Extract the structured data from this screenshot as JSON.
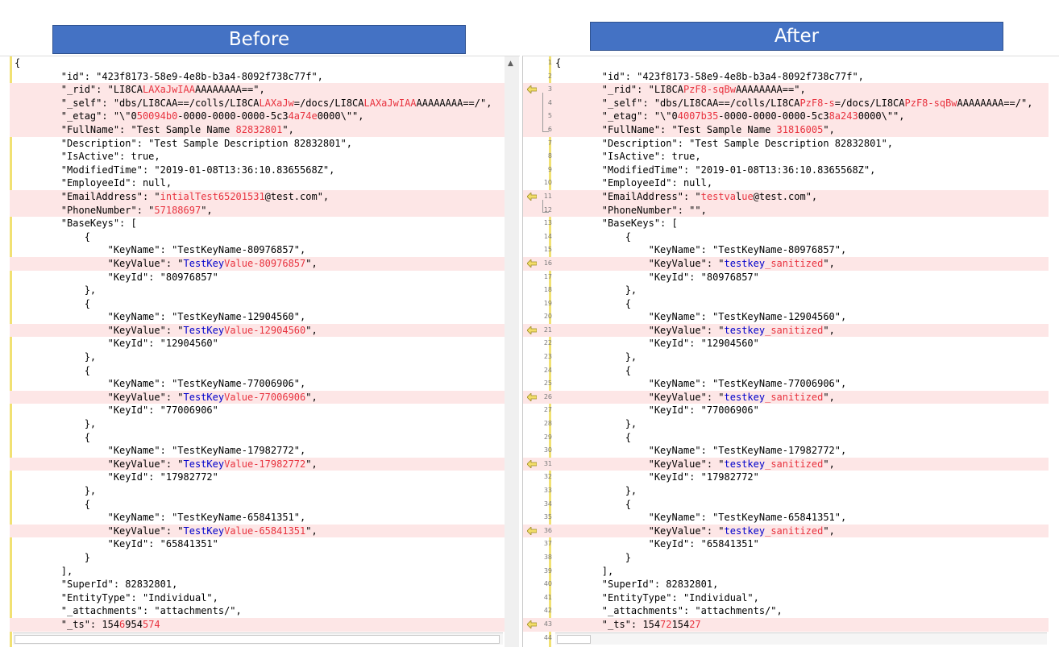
{
  "headers": {
    "before": "Before",
    "after": "After"
  },
  "colors": {
    "header_bg": "#4472c4",
    "diff_bg": "#fde6e6",
    "changed_text": "#e8333f",
    "gutter_marker": "#f1e173"
  },
  "before_lines": [
    {
      "diff": false,
      "segs": [
        [
          "n",
          "{"
        ]
      ]
    },
    {
      "diff": false,
      "segs": [
        [
          "n",
          "        \"id\": \"423f8173-58e9-4e8b-b3a4-8092f738c77f\","
        ]
      ]
    },
    {
      "diff": true,
      "segs": [
        [
          "n",
          "        \"_rid\": \"LI8CA"
        ],
        [
          "c",
          "LAXaJwIAA"
        ],
        [
          "n",
          "AAAAAAAA==\","
        ]
      ]
    },
    {
      "diff": true,
      "segs": [
        [
          "n",
          "        \"_self\": \"dbs/LI8CAA==/colls/LI8CA"
        ],
        [
          "c",
          "LAXaJw"
        ],
        [
          "n",
          "=/docs/LI8CA"
        ],
        [
          "c",
          "LAXaJwIAA"
        ],
        [
          "n",
          "AAAAAAAA==/\","
        ]
      ]
    },
    {
      "diff": true,
      "segs": [
        [
          "n",
          "        \"_etag\": \"\\\"0"
        ],
        [
          "c",
          "50094b0"
        ],
        [
          "n",
          "-0000-0000-0000-5c3"
        ],
        [
          "c",
          "4a74e"
        ],
        [
          "n",
          "0000\\\"\","
        ]
      ]
    },
    {
      "diff": true,
      "segs": [
        [
          "n",
          "        \"FullName\": \"Test Sample Name "
        ],
        [
          "c",
          "82832801"
        ],
        [
          "n",
          "\","
        ]
      ]
    },
    {
      "diff": false,
      "segs": [
        [
          "n",
          "        \"Description\": \"Test Sample Description 82832801\","
        ]
      ]
    },
    {
      "diff": false,
      "segs": [
        [
          "n",
          "        \"IsActive\": true,"
        ]
      ]
    },
    {
      "diff": false,
      "segs": [
        [
          "n",
          "        \"ModifiedTime\": \"2019-01-08T13:36:10.8365568Z\","
        ]
      ]
    },
    {
      "diff": false,
      "segs": [
        [
          "n",
          "        \"EmployeeId\": null,"
        ]
      ]
    },
    {
      "diff": true,
      "segs": [
        [
          "n",
          "        \"EmailAddress\": \""
        ],
        [
          "c",
          "intialTest65201531"
        ],
        [
          "n",
          "@test.com\","
        ]
      ]
    },
    {
      "diff": true,
      "segs": [
        [
          "n",
          "        \"PhoneNumber\": \""
        ],
        [
          "c",
          "57188697"
        ],
        [
          "n",
          "\","
        ]
      ]
    },
    {
      "diff": false,
      "segs": [
        [
          "n",
          "        \"BaseKeys\": ["
        ]
      ]
    },
    {
      "diff": false,
      "segs": [
        [
          "n",
          "            {"
        ]
      ]
    },
    {
      "diff": false,
      "segs": [
        [
          "n",
          "                \"KeyName\": \"TestKeyName-80976857\","
        ]
      ]
    },
    {
      "diff": true,
      "segs": [
        [
          "n",
          "                \"KeyValue\": \""
        ],
        [
          "k",
          "TestKey"
        ],
        [
          "c",
          "Value-80976857"
        ],
        [
          "n",
          "\","
        ]
      ]
    },
    {
      "diff": false,
      "segs": [
        [
          "n",
          "                \"KeyId\": \"80976857\""
        ]
      ]
    },
    {
      "diff": false,
      "segs": [
        [
          "n",
          "            },"
        ]
      ]
    },
    {
      "diff": false,
      "segs": [
        [
          "n",
          "            {"
        ]
      ]
    },
    {
      "diff": false,
      "segs": [
        [
          "n",
          "                \"KeyName\": \"TestKeyName-12904560\","
        ]
      ]
    },
    {
      "diff": true,
      "segs": [
        [
          "n",
          "                \"KeyValue\": \""
        ],
        [
          "k",
          "TestKey"
        ],
        [
          "c",
          "Value-12904560"
        ],
        [
          "n",
          "\","
        ]
      ]
    },
    {
      "diff": false,
      "segs": [
        [
          "n",
          "                \"KeyId\": \"12904560\""
        ]
      ]
    },
    {
      "diff": false,
      "segs": [
        [
          "n",
          "            },"
        ]
      ]
    },
    {
      "diff": false,
      "segs": [
        [
          "n",
          "            {"
        ]
      ]
    },
    {
      "diff": false,
      "segs": [
        [
          "n",
          "                \"KeyName\": \"TestKeyName-77006906\","
        ]
      ]
    },
    {
      "diff": true,
      "segs": [
        [
          "n",
          "                \"KeyValue\": \""
        ],
        [
          "k",
          "TestKey"
        ],
        [
          "c",
          "Value-77006906"
        ],
        [
          "n",
          "\","
        ]
      ]
    },
    {
      "diff": false,
      "segs": [
        [
          "n",
          "                \"KeyId\": \"77006906\""
        ]
      ]
    },
    {
      "diff": false,
      "segs": [
        [
          "n",
          "            },"
        ]
      ]
    },
    {
      "diff": false,
      "segs": [
        [
          "n",
          "            {"
        ]
      ]
    },
    {
      "diff": false,
      "segs": [
        [
          "n",
          "                \"KeyName\": \"TestKeyName-17982772\","
        ]
      ]
    },
    {
      "diff": true,
      "segs": [
        [
          "n",
          "                \"KeyValue\": \""
        ],
        [
          "k",
          "TestKey"
        ],
        [
          "c",
          "Value-17982772"
        ],
        [
          "n",
          "\","
        ]
      ]
    },
    {
      "diff": false,
      "segs": [
        [
          "n",
          "                \"KeyId\": \"17982772\""
        ]
      ]
    },
    {
      "diff": false,
      "segs": [
        [
          "n",
          "            },"
        ]
      ]
    },
    {
      "diff": false,
      "segs": [
        [
          "n",
          "            {"
        ]
      ]
    },
    {
      "diff": false,
      "segs": [
        [
          "n",
          "                \"KeyName\": \"TestKeyName-65841351\","
        ]
      ]
    },
    {
      "diff": true,
      "segs": [
        [
          "n",
          "                \"KeyValue\": \""
        ],
        [
          "k",
          "TestKey"
        ],
        [
          "c",
          "Value-65841351"
        ],
        [
          "n",
          "\","
        ]
      ]
    },
    {
      "diff": false,
      "segs": [
        [
          "n",
          "                \"KeyId\": \"65841351\""
        ]
      ]
    },
    {
      "diff": false,
      "segs": [
        [
          "n",
          "            }"
        ]
      ]
    },
    {
      "diff": false,
      "segs": [
        [
          "n",
          "        ],"
        ]
      ]
    },
    {
      "diff": false,
      "segs": [
        [
          "n",
          "        \"SuperId\": 82832801,"
        ]
      ]
    },
    {
      "diff": false,
      "segs": [
        [
          "n",
          "        \"EntityType\": \"Individual\","
        ]
      ]
    },
    {
      "diff": false,
      "segs": [
        [
          "n",
          "        \"_attachments\": \"attachments/\","
        ]
      ]
    },
    {
      "diff": true,
      "segs": [
        [
          "n",
          "        \"_ts\": 154"
        ],
        [
          "c",
          "6"
        ],
        [
          "n",
          "954"
        ],
        [
          "c",
          "574"
        ]
      ]
    },
    {
      "diff": false,
      "segs": [
        [
          "n",
          "    }"
        ]
      ]
    }
  ],
  "after_lines": [
    {
      "num": "1",
      "diff": false,
      "segs": [
        [
          "n",
          "{"
        ]
      ]
    },
    {
      "num": "2",
      "diff": false,
      "segs": [
        [
          "n",
          "        \"id\": \"423f8173-58e9-4e8b-b3a4-8092f738c77f\","
        ]
      ]
    },
    {
      "num": "3",
      "diff": true,
      "arrow": true,
      "segs": [
        [
          "n",
          "        \"_rid\": \"LI8CA"
        ],
        [
          "c",
          "PzF8-sqBw"
        ],
        [
          "n",
          "AAAAAAAA==\","
        ]
      ]
    },
    {
      "num": "4",
      "diff": true,
      "segs": [
        [
          "n",
          "        \"_self\": \"dbs/LI8CAA==/colls/LI8CA"
        ],
        [
          "c",
          "PzF8-s"
        ],
        [
          "n",
          "=/docs/LI8CA"
        ],
        [
          "c",
          "PzF8-sqBw"
        ],
        [
          "n",
          "AAAAAAAA==/\","
        ]
      ]
    },
    {
      "num": "5",
      "diff": true,
      "segs": [
        [
          "n",
          "        \"_etag\": \"\\\"0"
        ],
        [
          "c",
          "4007b35"
        ],
        [
          "n",
          "-0000-0000-0000-5c3"
        ],
        [
          "c",
          "8a243"
        ],
        [
          "n",
          "0000\\\"\","
        ]
      ]
    },
    {
      "num": "6",
      "diff": true,
      "segs": [
        [
          "n",
          "        \"FullName\": \"Test Sample Name "
        ],
        [
          "c",
          "31816005"
        ],
        [
          "n",
          "\","
        ]
      ]
    },
    {
      "num": "7",
      "diff": false,
      "segs": [
        [
          "n",
          "        \"Description\": \"Test Sample Description 82832801\","
        ]
      ]
    },
    {
      "num": "8",
      "diff": false,
      "segs": [
        [
          "n",
          "        \"IsActive\": true,"
        ]
      ]
    },
    {
      "num": "9",
      "diff": false,
      "segs": [
        [
          "n",
          "        \"ModifiedTime\": \"2019-01-08T13:36:10.8365568Z\","
        ]
      ]
    },
    {
      "num": "10",
      "diff": false,
      "segs": [
        [
          "n",
          "        \"EmployeeId\": null,"
        ]
      ]
    },
    {
      "num": "11",
      "diff": true,
      "arrow": true,
      "segs": [
        [
          "n",
          "        \"EmailAddress\": \""
        ],
        [
          "c",
          "testva"
        ],
        [
          "n",
          "l"
        ],
        [
          "c",
          "ue"
        ],
        [
          "n",
          "@test.com\","
        ]
      ]
    },
    {
      "num": "12",
      "diff": true,
      "segs": [
        [
          "n",
          "        \"PhoneNumber\": \"\","
        ]
      ]
    },
    {
      "num": "13",
      "diff": false,
      "segs": [
        [
          "n",
          "        \"BaseKeys\": ["
        ]
      ]
    },
    {
      "num": "14",
      "diff": false,
      "segs": [
        [
          "n",
          "            {"
        ]
      ]
    },
    {
      "num": "15",
      "diff": false,
      "segs": [
        [
          "n",
          "                \"KeyName\": \"TestKeyName-80976857\","
        ]
      ]
    },
    {
      "num": "16",
      "diff": true,
      "arrow": true,
      "segs": [
        [
          "n",
          "                \"KeyValue\": \""
        ],
        [
          "k",
          "testkey"
        ],
        [
          "c",
          "_sanitized"
        ],
        [
          "n",
          "\","
        ]
      ]
    },
    {
      "num": "17",
      "diff": false,
      "segs": [
        [
          "n",
          "                \"KeyId\": \"80976857\""
        ]
      ]
    },
    {
      "num": "18",
      "diff": false,
      "segs": [
        [
          "n",
          "            },"
        ]
      ]
    },
    {
      "num": "19",
      "diff": false,
      "segs": [
        [
          "n",
          "            {"
        ]
      ]
    },
    {
      "num": "20",
      "diff": false,
      "segs": [
        [
          "n",
          "                \"KeyName\": \"TestKeyName-12904560\","
        ]
      ]
    },
    {
      "num": "21",
      "diff": true,
      "arrow": true,
      "segs": [
        [
          "n",
          "                \"KeyValue\": \""
        ],
        [
          "k",
          "testkey"
        ],
        [
          "c",
          "_sanitized"
        ],
        [
          "n",
          "\","
        ]
      ]
    },
    {
      "num": "22",
      "diff": false,
      "segs": [
        [
          "n",
          "                \"KeyId\": \"12904560\""
        ]
      ]
    },
    {
      "num": "23",
      "diff": false,
      "segs": [
        [
          "n",
          "            },"
        ]
      ]
    },
    {
      "num": "24",
      "diff": false,
      "segs": [
        [
          "n",
          "            {"
        ]
      ]
    },
    {
      "num": "25",
      "diff": false,
      "segs": [
        [
          "n",
          "                \"KeyName\": \"TestKeyName-77006906\","
        ]
      ]
    },
    {
      "num": "26",
      "diff": true,
      "arrow": true,
      "segs": [
        [
          "n",
          "                \"KeyValue\": \""
        ],
        [
          "k",
          "testkey"
        ],
        [
          "c",
          "_sanitized"
        ],
        [
          "n",
          "\","
        ]
      ]
    },
    {
      "num": "27",
      "diff": false,
      "segs": [
        [
          "n",
          "                \"KeyId\": \"77006906\""
        ]
      ]
    },
    {
      "num": "28",
      "diff": false,
      "segs": [
        [
          "n",
          "            },"
        ]
      ]
    },
    {
      "num": "29",
      "diff": false,
      "segs": [
        [
          "n",
          "            {"
        ]
      ]
    },
    {
      "num": "30",
      "diff": false,
      "segs": [
        [
          "n",
          "                \"KeyName\": \"TestKeyName-17982772\","
        ]
      ]
    },
    {
      "num": "31",
      "diff": true,
      "arrow": true,
      "segs": [
        [
          "n",
          "                \"KeyValue\": \""
        ],
        [
          "k",
          "testkey"
        ],
        [
          "c",
          "_sanitized"
        ],
        [
          "n",
          "\","
        ]
      ]
    },
    {
      "num": "32",
      "diff": false,
      "segs": [
        [
          "n",
          "                \"KeyId\": \"17982772\""
        ]
      ]
    },
    {
      "num": "33",
      "diff": false,
      "segs": [
        [
          "n",
          "            },"
        ]
      ]
    },
    {
      "num": "34",
      "diff": false,
      "segs": [
        [
          "n",
          "            {"
        ]
      ]
    },
    {
      "num": "35",
      "diff": false,
      "segs": [
        [
          "n",
          "                \"KeyName\": \"TestKeyName-65841351\","
        ]
      ]
    },
    {
      "num": "36",
      "diff": true,
      "arrow": true,
      "segs": [
        [
          "n",
          "                \"KeyValue\": \""
        ],
        [
          "k",
          "testkey"
        ],
        [
          "c",
          "_sanitized"
        ],
        [
          "n",
          "\","
        ]
      ]
    },
    {
      "num": "37",
      "diff": false,
      "segs": [
        [
          "n",
          "                \"KeyId\": \"65841351\""
        ]
      ]
    },
    {
      "num": "38",
      "diff": false,
      "segs": [
        [
          "n",
          "            }"
        ]
      ]
    },
    {
      "num": "39",
      "diff": false,
      "segs": [
        [
          "n",
          "        ],"
        ]
      ]
    },
    {
      "num": "40",
      "diff": false,
      "segs": [
        [
          "n",
          "        \"SuperId\": 82832801,"
        ]
      ]
    },
    {
      "num": "41",
      "diff": false,
      "segs": [
        [
          "n",
          "        \"EntityType\": \"Individual\","
        ]
      ]
    },
    {
      "num": "42",
      "diff": false,
      "segs": [
        [
          "n",
          "        \"_attachments\": \"attachments/\","
        ]
      ]
    },
    {
      "num": "43",
      "diff": true,
      "arrow": true,
      "segs": [
        [
          "n",
          "        \"_ts\": 154"
        ],
        [
          "c",
          "72"
        ],
        [
          "n",
          "154"
        ],
        [
          "c",
          "27"
        ]
      ]
    },
    {
      "num": "44",
      "diff": false,
      "caret": true,
      "segs": [
        [
          "n",
          "    }"
        ]
      ]
    }
  ]
}
